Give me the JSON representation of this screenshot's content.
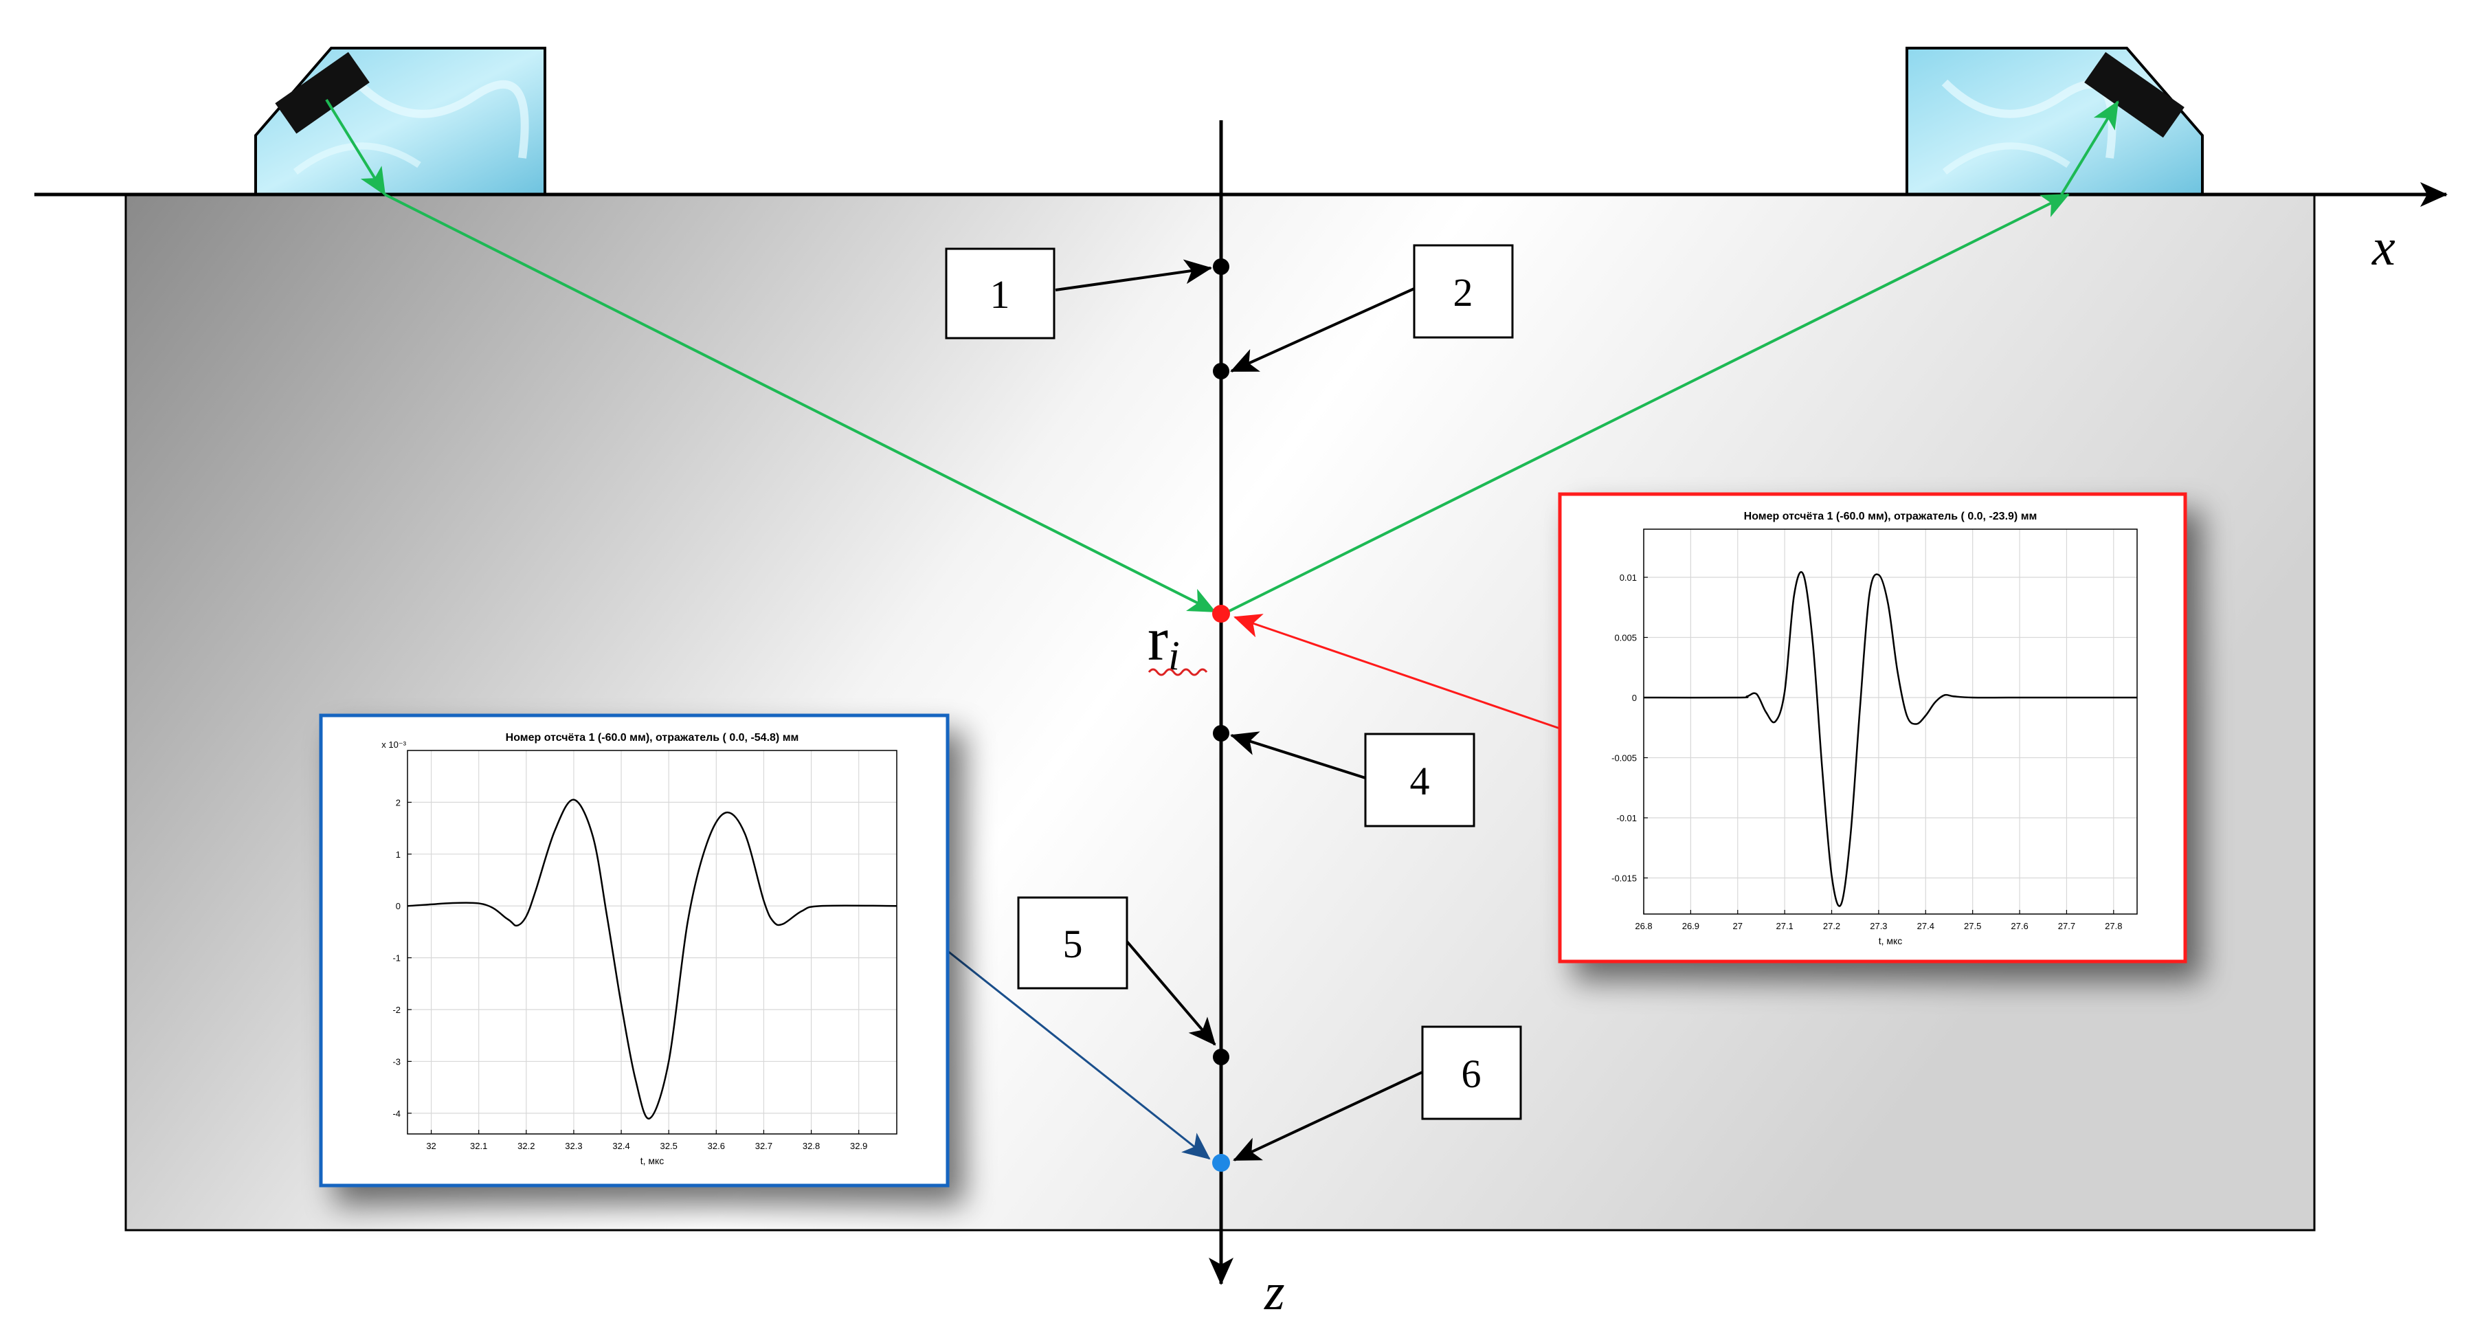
{
  "axes": {
    "x_label": "x",
    "z_label": "z"
  },
  "point_label": {
    "main": "r",
    "sub": "i"
  },
  "callouts": [
    "1",
    "2",
    "4",
    "5",
    "6"
  ],
  "colors": {
    "green_ray": "#1db954",
    "red": "#ff1a1a",
    "blue": "#1565c0",
    "blue_point": "#1e88e5"
  },
  "chart_data": [
    {
      "type": "line",
      "title": "Номер отсчёта 1 (-60.0 мм), отражатель ( 0.0, -23.9) мм",
      "xlabel": "t, мкс",
      "ylabel": "",
      "exponent": "",
      "xlim": [
        26.8,
        27.85
      ],
      "ylim": [
        -0.018,
        0.014
      ],
      "xticks": [
        26.8,
        26.9,
        27.0,
        27.1,
        27.2,
        27.3,
        27.4,
        27.5,
        27.6,
        27.7,
        27.8
      ],
      "xtick_labels": [
        "26.8",
        "26.9",
        "27",
        "27.1",
        "27.2",
        "27.3",
        "27.4",
        "27.5",
        "27.6",
        "27.7",
        "27.8"
      ],
      "yticks": [
        0.01,
        0.005,
        0,
        -0.005,
        -0.01,
        -0.015
      ],
      "ytick_labels": [
        "0.01",
        "0.005",
        "0",
        "-0.005",
        "-0.01",
        "-0.015"
      ],
      "grid": true,
      "series": [
        {
          "x": [
            26.8,
            27.0,
            27.02,
            27.04,
            27.06,
            27.08,
            27.1,
            27.12,
            27.14,
            27.16,
            27.18,
            27.2,
            27.22,
            27.24,
            27.26,
            27.28,
            27.3,
            27.32,
            27.34,
            27.36,
            27.38,
            27.4,
            27.42,
            27.44,
            27.46,
            27.5,
            27.6,
            27.85
          ],
          "y": [
            0,
            0,
            0.0001,
            0.0003,
            -0.0012,
            -0.002,
            0.0005,
            0.0085,
            0.0102,
            0.0045,
            -0.006,
            -0.0148,
            -0.0172,
            -0.0115,
            -0.001,
            0.0085,
            0.0102,
            0.0078,
            0.0022,
            -0.0015,
            -0.0022,
            -0.0015,
            -0.0004,
            0.0002,
            0.0001,
            0,
            0,
            0
          ]
        }
      ]
    },
    {
      "type": "line",
      "title": "Номер отсчёта 1 (-60.0 мм), отражатель ( 0.0, -54.8) мм",
      "xlabel": "t, мкс",
      "ylabel": "",
      "exponent": "x 10⁻³",
      "xlim": [
        31.95,
        32.98
      ],
      "ylim": [
        -4.4,
        3.0
      ],
      "xticks": [
        32.0,
        32.1,
        32.2,
        32.3,
        32.4,
        32.5,
        32.6,
        32.7,
        32.8,
        32.9
      ],
      "xtick_labels": [
        "32",
        "32.1",
        "32.2",
        "32.3",
        "32.4",
        "32.5",
        "32.6",
        "32.7",
        "32.8",
        "32.9"
      ],
      "yticks": [
        2,
        1,
        0,
        -1,
        -2,
        -3,
        -4
      ],
      "ytick_labels": [
        "2",
        "1",
        "0",
        "-1",
        "-2",
        "-3",
        "-4"
      ],
      "grid": true,
      "series": [
        {
          "x": [
            31.95,
            32.1,
            32.16,
            32.18,
            32.2,
            32.22,
            32.26,
            32.3,
            32.34,
            32.37,
            32.4,
            32.43,
            32.46,
            32.5,
            32.54,
            32.58,
            32.62,
            32.66,
            32.7,
            32.72,
            32.74,
            32.78,
            32.82,
            32.98
          ],
          "y": [
            0,
            0.05,
            -0.25,
            -0.38,
            -0.2,
            0.3,
            1.45,
            2.05,
            1.35,
            -0.2,
            -1.9,
            -3.35,
            -4.1,
            -3.0,
            -0.3,
            1.2,
            1.8,
            1.4,
            0.1,
            -0.3,
            -0.35,
            -0.1,
            0,
            0
          ]
        }
      ]
    }
  ]
}
